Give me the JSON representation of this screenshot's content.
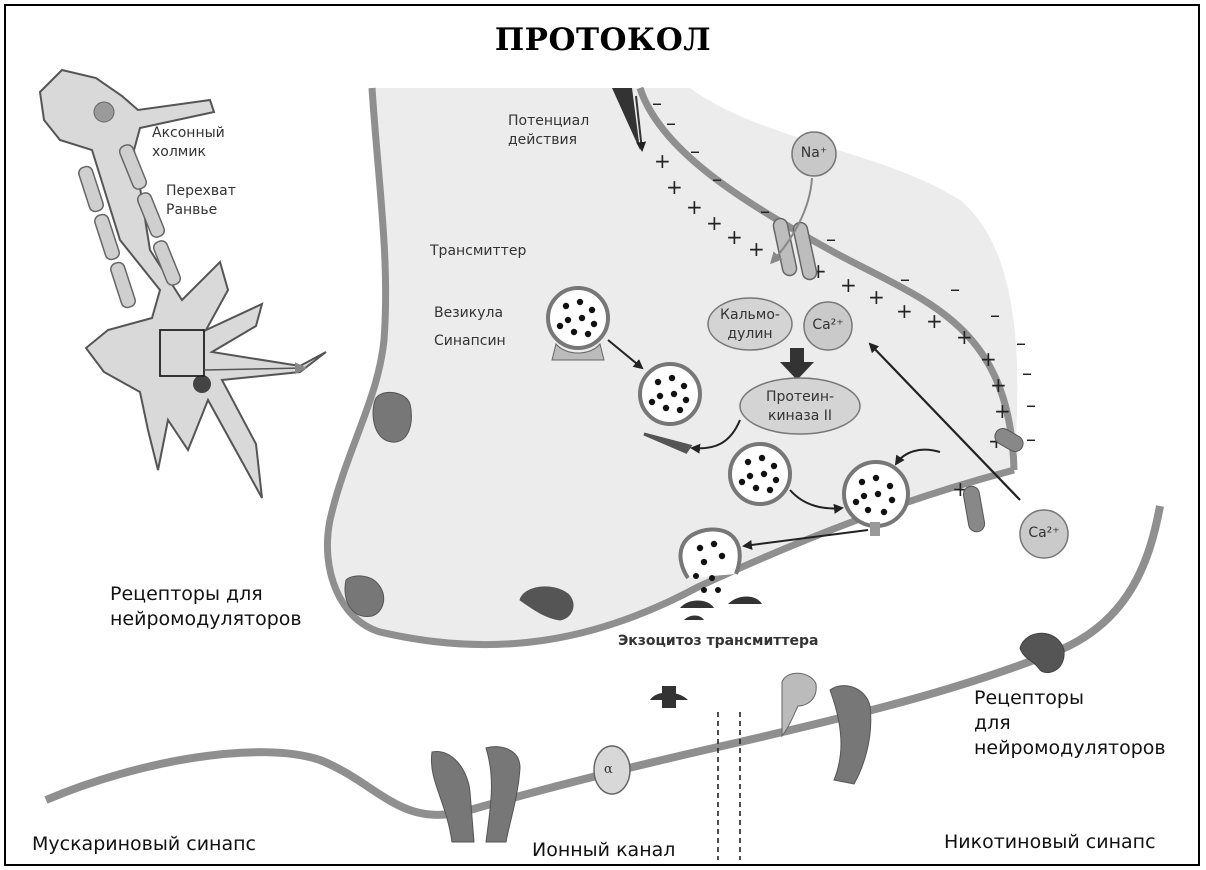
{
  "title": "ПРОТОКОЛ",
  "labels": {
    "axon_hillock_1": "Аксонный",
    "axon_hillock_2": "холмик",
    "ranvier_1": "Перехват",
    "ranvier_2": "Ранвье",
    "action_potential_1": "Потенциал",
    "action_potential_2": "действия",
    "na": "Na⁺",
    "transmitter": "Трансмиттер",
    "vesicle": "Везикула",
    "synapsin": "Синапсин",
    "calmodulin_1": "Кальмо-",
    "calmodulin_2": "дулин",
    "ca_inner": "Ca²⁺",
    "protein_kinase_1": "Протеин-",
    "protein_kinase_2": "киназа II",
    "ca_outer": "Ca²⁺",
    "receptors_left_1": "Рецепторы для",
    "receptors_left_2": "нейромодуляторов",
    "exocytosis": "Экзоцитоз трансмиттера",
    "receptors_right_1": "Рецепторы",
    "receptors_right_2": "для",
    "receptors_right_3": "нейромодуляторов",
    "muscarinic": "Мускариновый синапс",
    "ion_channel": "Ионный канал",
    "nicotinic": "Никотиновый синапс",
    "alpha": "α"
  },
  "colors": {
    "membrane": "#8f8f8f",
    "cytoplasm": "#ececec",
    "receptor": "#6e6e6e",
    "protein_fill": "#dcdcdc"
  }
}
